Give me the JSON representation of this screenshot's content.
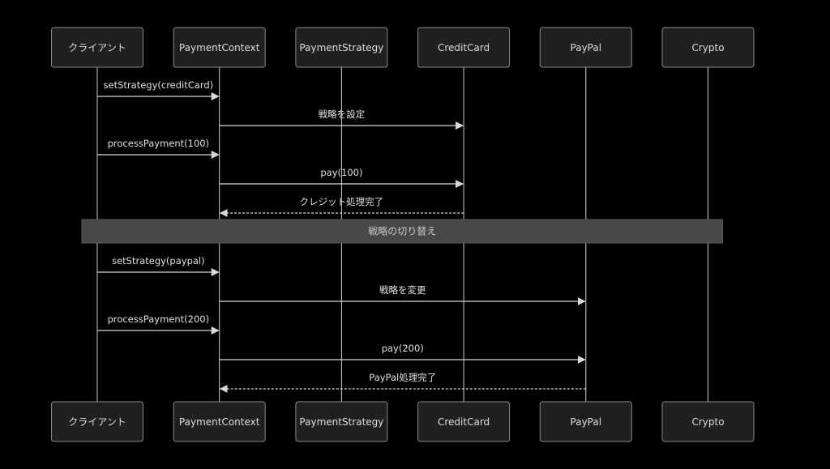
{
  "diagram": {
    "type": "sequence",
    "participants": [
      {
        "id": "client",
        "label": "クライアント"
      },
      {
        "id": "context",
        "label": "PaymentContext"
      },
      {
        "id": "strategy",
        "label": "PaymentStrategy"
      },
      {
        "id": "creditcard",
        "label": "CreditCard"
      },
      {
        "id": "paypal",
        "label": "PayPal"
      },
      {
        "id": "crypto",
        "label": "Crypto"
      }
    ],
    "events": [
      {
        "kind": "message",
        "from": "client",
        "to": "context",
        "label": "setStrategy(creditCard)",
        "style": "solid"
      },
      {
        "kind": "message",
        "from": "context",
        "to": "creditcard",
        "label": "戦略を設定",
        "style": "solid"
      },
      {
        "kind": "message",
        "from": "client",
        "to": "context",
        "label": "processPayment(100)",
        "style": "solid"
      },
      {
        "kind": "message",
        "from": "context",
        "to": "creditcard",
        "label": "pay(100)",
        "style": "solid"
      },
      {
        "kind": "message",
        "from": "creditcard",
        "to": "context",
        "label": "クレジット処理完了",
        "style": "dashed"
      },
      {
        "kind": "note",
        "from": "client",
        "to": "crypto",
        "label": "戦略の切り替え"
      },
      {
        "kind": "message",
        "from": "client",
        "to": "context",
        "label": "setStrategy(paypal)",
        "style": "solid"
      },
      {
        "kind": "message",
        "from": "context",
        "to": "paypal",
        "label": "戦略を変更",
        "style": "solid"
      },
      {
        "kind": "message",
        "from": "client",
        "to": "context",
        "label": "processPayment(200)",
        "style": "solid"
      },
      {
        "kind": "message",
        "from": "context",
        "to": "paypal",
        "label": "pay(200)",
        "style": "solid"
      },
      {
        "kind": "message",
        "from": "paypal",
        "to": "context",
        "label": "PayPal処理完了",
        "style": "dashed"
      }
    ]
  }
}
